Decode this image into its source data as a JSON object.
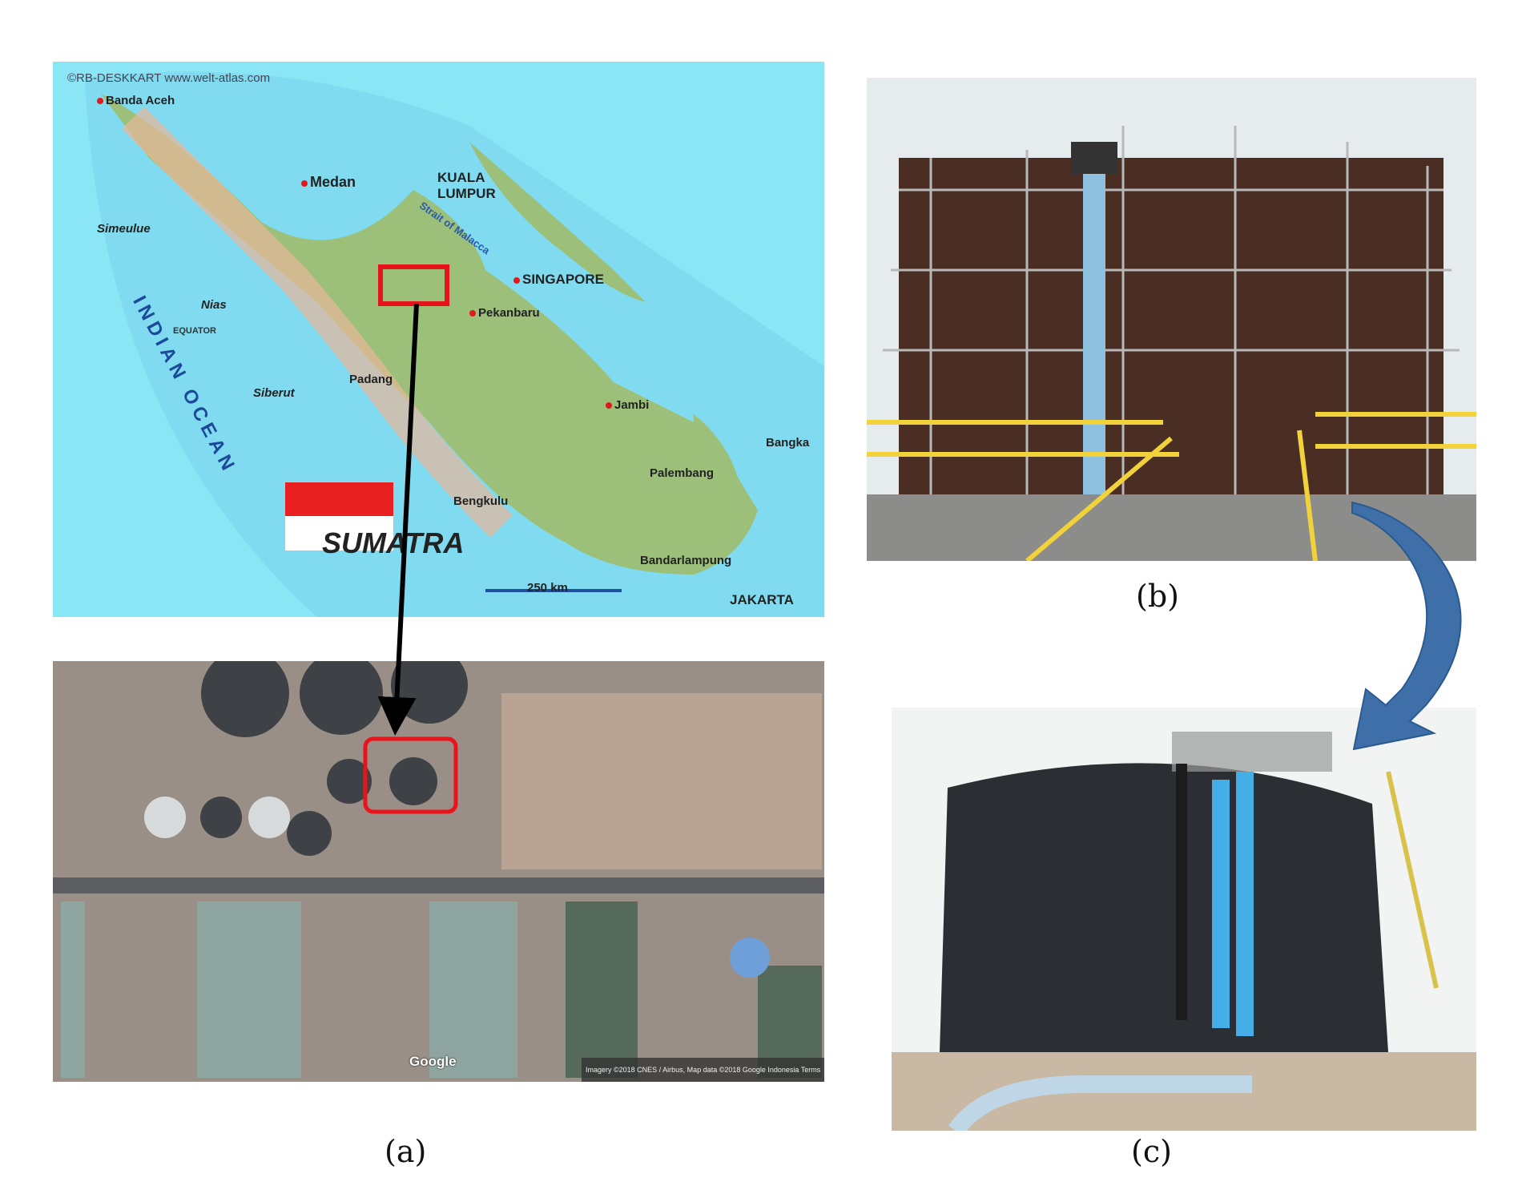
{
  "panel_a": {
    "map": {
      "copyright": "©RB-DESKKART www.welt-atlas.com",
      "island": "SUMATRA",
      "ocean": "INDIAN OCEAN",
      "strait": "Strait of Malacca",
      "scale": "250 km",
      "cities": [
        "Banda Aceh",
        "Medan",
        "KUALA LUMPUR",
        "SINGAPORE",
        "Pekanbaru",
        "Padang",
        "Jambi",
        "Palembang",
        "Bengkulu",
        "Bandarlampung",
        "JAKARTA"
      ],
      "islands": [
        "Simeulue",
        "Nias",
        "Siberut",
        "Bangka"
      ],
      "equator": "EQUATOR"
    },
    "satellite": {
      "watermark": "Google",
      "attribution": "Imagery ©2018 CNES / Airbus, Map data ©2018 Google   Indonesia   Terms"
    },
    "caption": "(a)"
  },
  "panel_b": {
    "caption": "(b)"
  },
  "panel_c": {
    "caption": "(c)"
  },
  "colors": {
    "highlight": "#e8141b",
    "arrow_blue": "#3e6fa8",
    "sea": "#8ae6f5",
    "land": "#9cc07a"
  }
}
